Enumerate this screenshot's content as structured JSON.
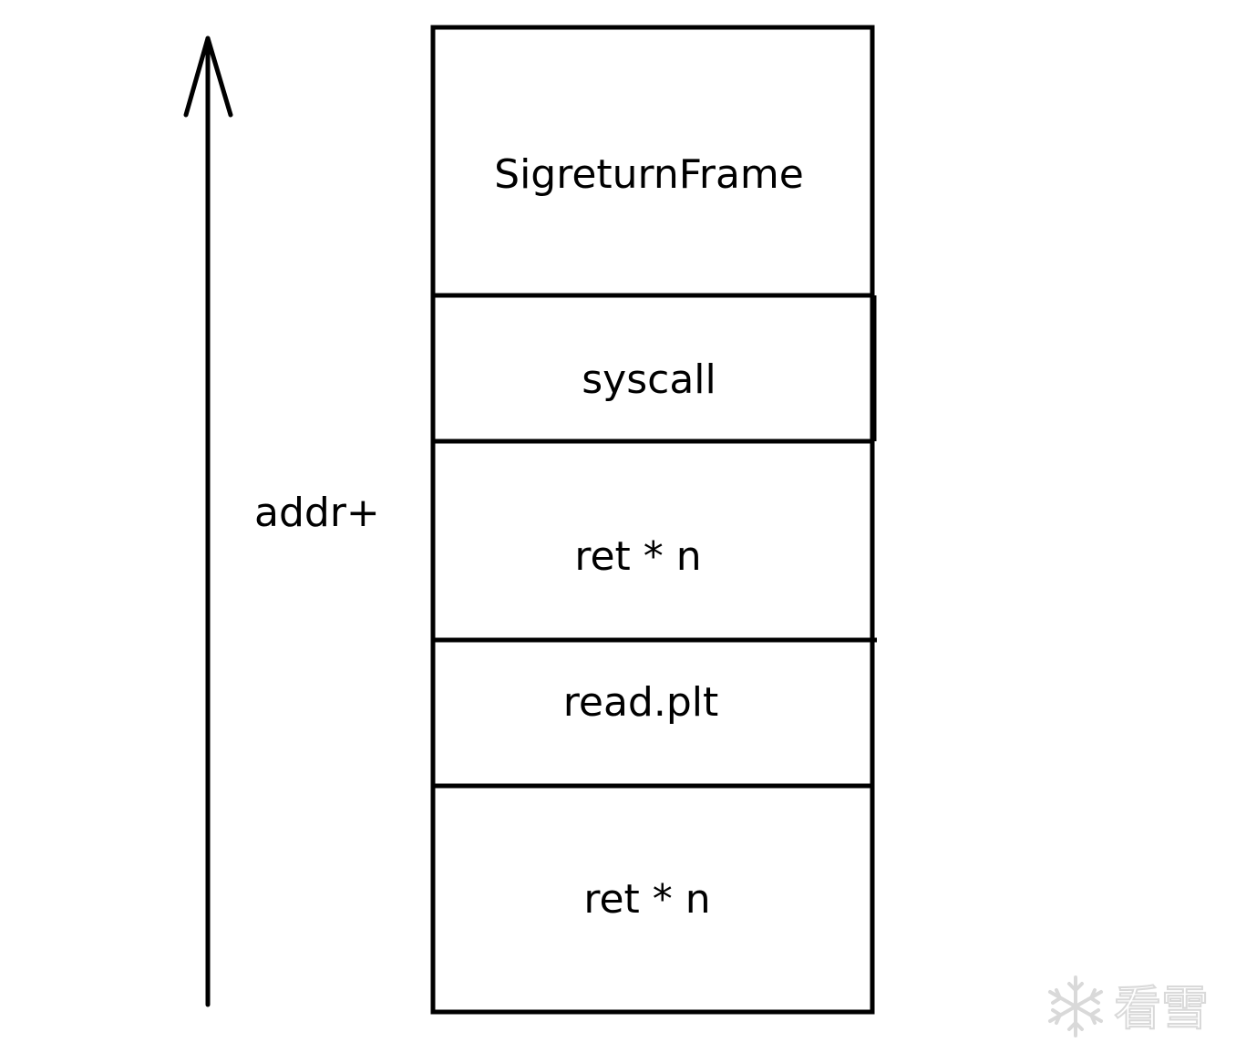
{
  "arrow_label": "addr+",
  "stack": {
    "cells": [
      {
        "id": "sigreturnframe",
        "label": "SigreturnFrame"
      },
      {
        "id": "syscall",
        "label": "syscall"
      },
      {
        "id": "ret-n-upper",
        "label": "ret * n"
      },
      {
        "id": "read-plt",
        "label": "read.plt"
      },
      {
        "id": "ret-n-lower",
        "label": "ret * n"
      }
    ]
  },
  "watermark": {
    "icon": "snowflake-icon",
    "text": "看雪"
  },
  "colors": {
    "stroke": "#000000",
    "background": "#ffffff",
    "watermark": "#d9d9d9"
  }
}
